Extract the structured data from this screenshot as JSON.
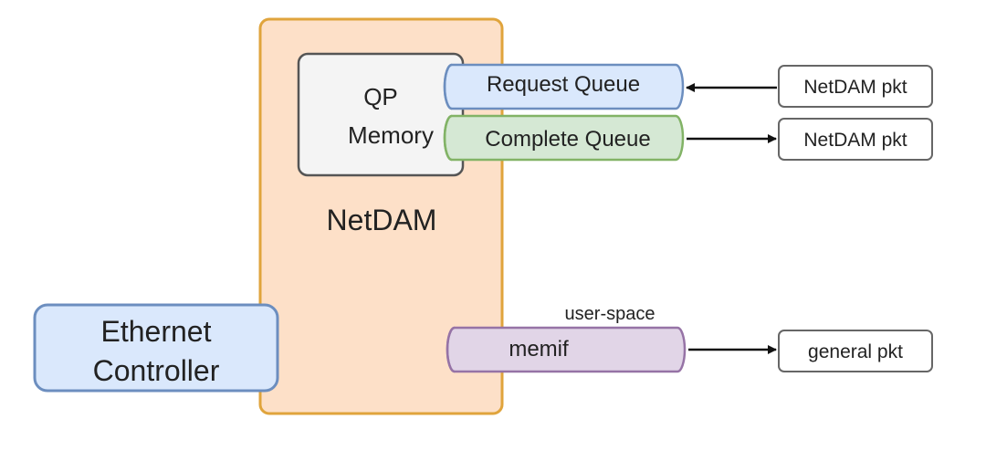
{
  "netdam": {
    "label": "NetDAM",
    "fill": "#fde0c8",
    "stroke": "#e0a43c"
  },
  "qp_memory": {
    "line1": "QP",
    "line2": "Memory",
    "fill": "#f4f4f4",
    "stroke": "#555555"
  },
  "request_queue": {
    "label": "Request Queue",
    "fill": "#dae8fc",
    "stroke": "#6c8ebf"
  },
  "complete_queue": {
    "label": "Complete Queue",
    "fill": "#d5e8d4",
    "stroke": "#82b366"
  },
  "memif": {
    "label": "memif",
    "caption": "user-space",
    "fill": "#e1d5e7",
    "stroke": "#9673a6"
  },
  "ethernet_controller": {
    "line1": "Ethernet",
    "line2": "Controller",
    "fill": "#dae8fc",
    "stroke": "#6c8ebf"
  },
  "packets": {
    "request_pkt": "NetDAM pkt",
    "complete_pkt": "NetDAM pkt",
    "general_pkt": "general pkt"
  }
}
